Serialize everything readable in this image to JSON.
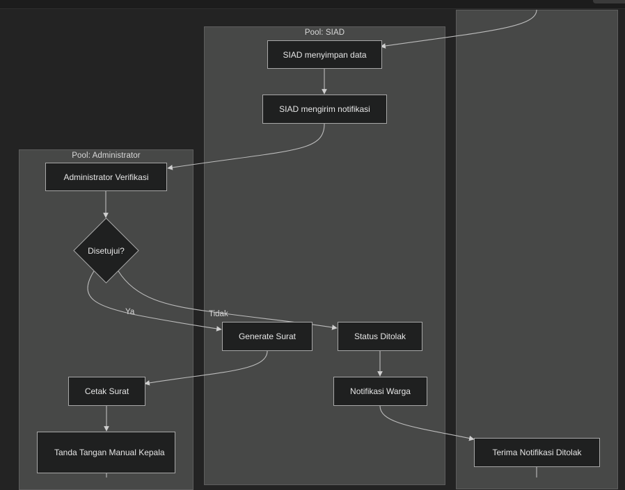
{
  "pools": {
    "siad": "Pool: SIAD",
    "administrator": "Pool: Administrator"
  },
  "nodes": {
    "siad_save": "SIAD menyimpan data",
    "siad_notify": "SIAD mengirim notifikasi",
    "admin_verify": "Administrator Verifikasi",
    "decision": "Disetujui?",
    "generate": "Generate Surat",
    "rejected": "Status Ditolak",
    "print": "Cetak Surat",
    "sign": "Tanda Tangan Manual Kepala",
    "notify_citizen": "Notifikasi Warga",
    "receive_rejected": "Terima Notifikasi Ditolak"
  },
  "edge_labels": {
    "yes": "Ya",
    "no": "Tidak"
  }
}
